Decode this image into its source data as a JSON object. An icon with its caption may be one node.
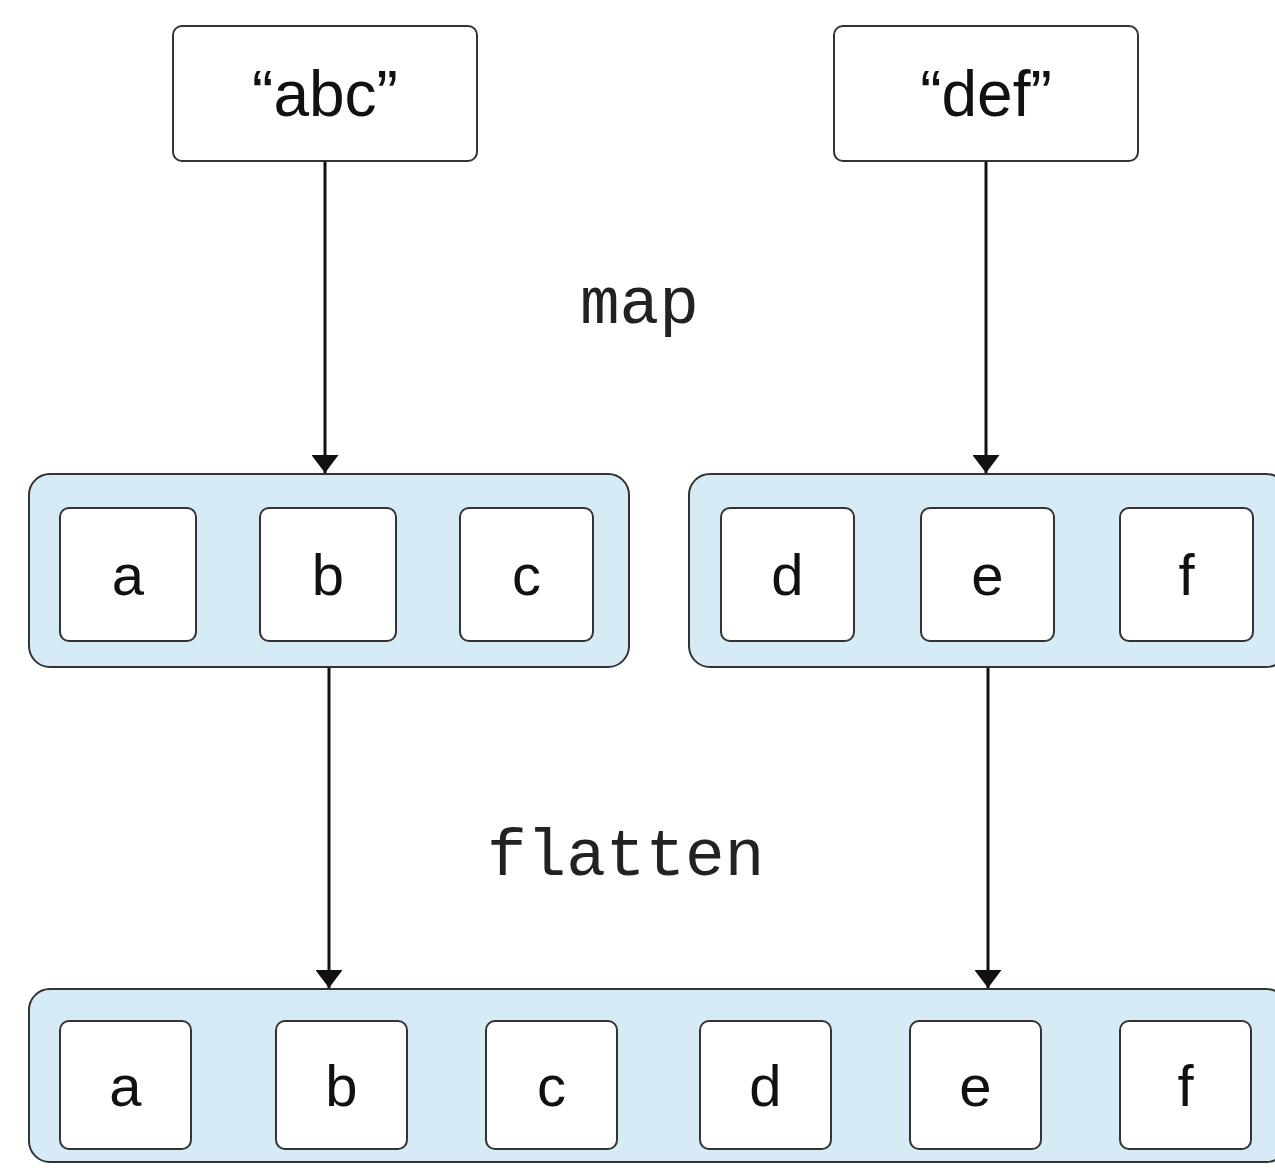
{
  "diagram": {
    "nodes": [
      {
        "text": [
          "“abc”"
        ]
      },
      {
        "text": [
          "“def”"
        ]
      },
      {
        "text": [],
        "shape": "box"
      },
      {
        "text": [
          "a"
        ],
        "in": 2
      },
      {
        "text": [
          "b"
        ],
        "in": 2
      },
      {
        "text": [
          "c"
        ],
        "in": 2
      },
      {
        "text": [],
        "shape": "box"
      },
      {
        "text": [
          "d"
        ],
        "in": 6
      },
      {
        "text": [
          "e"
        ],
        "in": 6
      },
      {
        "text": [
          "f"
        ],
        "in": 6
      },
      {
        "text": [],
        "shape": "box"
      },
      {
        "text": [
          "a"
        ],
        "in": 10
      },
      {
        "text": [
          "b"
        ],
        "in": 10
      },
      {
        "text": [
          "c"
        ],
        "in": 10
      },
      {
        "text": [
          "d"
        ],
        "in": 10
      },
      {
        "text": [
          "e"
        ],
        "in": 10
      },
      {
        "text": [
          "f"
        ],
        "in": 10
      }
    ],
    "edges": [
      {
        "from": 0,
        "to": 2,
        "arrow": "to"
      },
      {
        "from": 1,
        "to": 6,
        "arrow": "to"
      },
      {
        "from": 2,
        "to": 10,
        "arrow": "to"
      },
      {
        "from": 6,
        "to": 10,
        "arrow": "to"
      }
    ],
    "labels": [
      "map",
      "flatten"
    ]
  }
}
